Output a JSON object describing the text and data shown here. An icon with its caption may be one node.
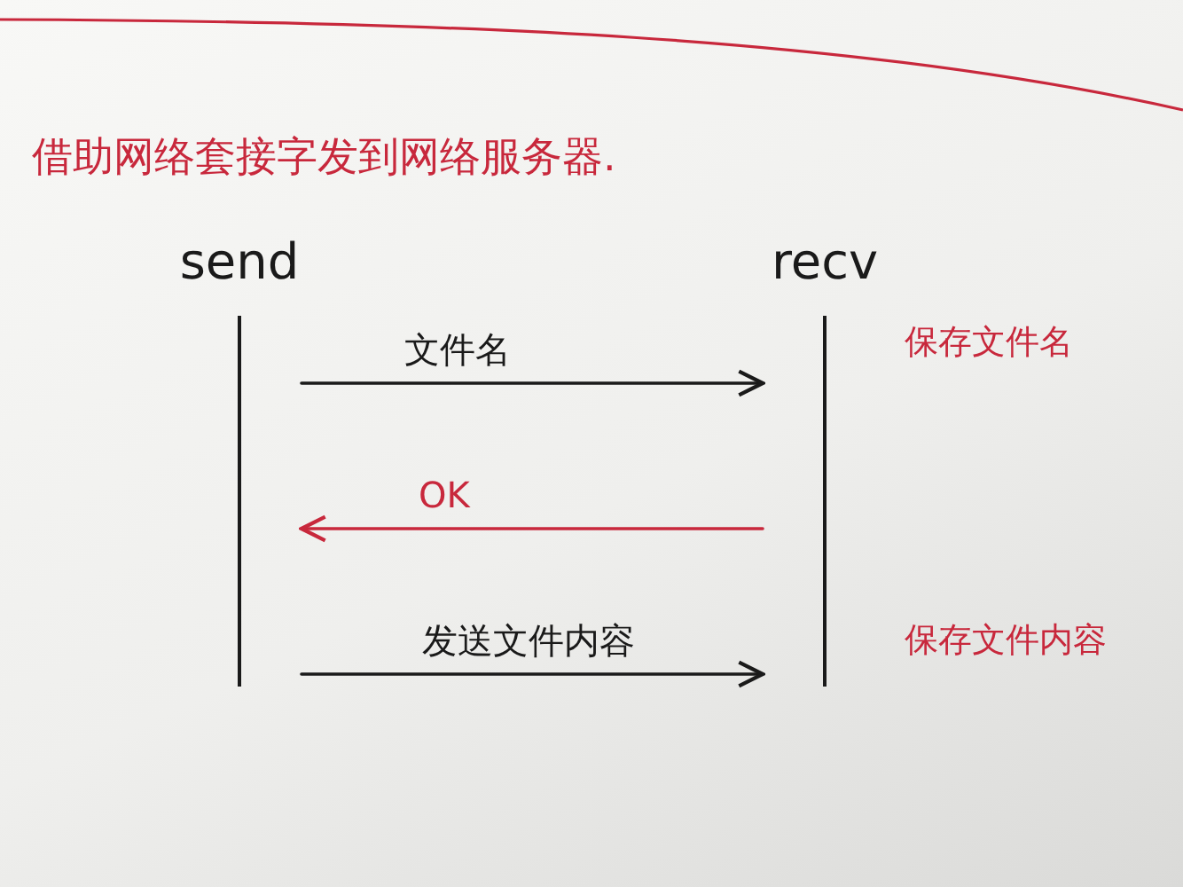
{
  "diagram": {
    "title": "借助网络套接字发到网络服务器.",
    "nodes": [
      {
        "text": [
          "send"
        ]
      },
      {
        "text": [
          "recv"
        ]
      }
    ],
    "edges": [
      {
        "from": 0,
        "to": 1,
        "arrow": "to",
        "label": "文件名"
      },
      {
        "from": 1,
        "to": 0,
        "arrow": "to",
        "label": "OK",
        "color": "#c8283c"
      },
      {
        "from": 0,
        "to": 1,
        "arrow": "to",
        "label": "发送文件内容"
      }
    ],
    "labels": [
      "保存文件名",
      "保存文件内容"
    ]
  }
}
